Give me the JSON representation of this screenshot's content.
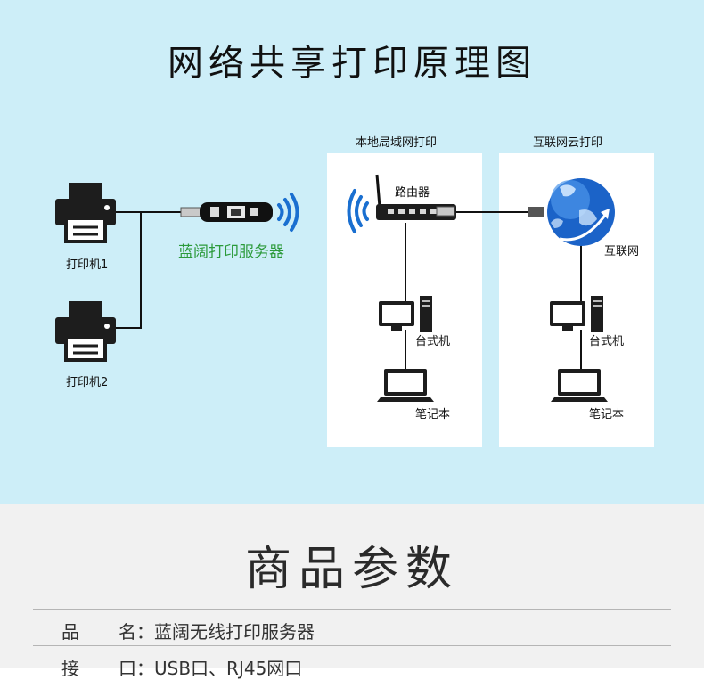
{
  "diagram": {
    "title": "网络共享打印原理图",
    "panels": {
      "lan_title": "本地局域网打印",
      "cloud_title": "互联网云打印"
    },
    "labels": {
      "printer1": "打印机1",
      "printer2": "打印机2",
      "server": "蓝阔打印服务器",
      "router": "路由器",
      "internet": "互联网",
      "desktop_lan": "台式机",
      "laptop_lan": "笔记本",
      "desktop_cloud": "台式机",
      "laptop_cloud": "笔记本"
    },
    "colors": {
      "background": "#cdeef8",
      "server_label": "#2b9a3a",
      "wifi_blue": "#1a6fd0",
      "globe_blue": "#1b63c8"
    }
  },
  "specs": {
    "title": "商品参数",
    "rows": [
      {
        "key": "品",
        "sep": "名：",
        "value": "蓝阔无线打印服务器"
      },
      {
        "key": "接",
        "sep": "口：",
        "value": "USB口、RJ45网口"
      }
    ]
  }
}
